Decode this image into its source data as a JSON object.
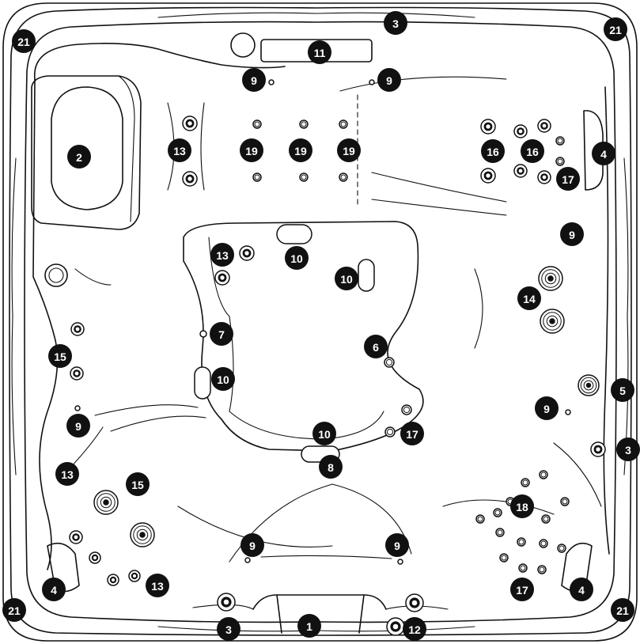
{
  "callouts": [
    {
      "id": "c1",
      "label": "1"
    },
    {
      "id": "c2",
      "label": "2"
    },
    {
      "id": "c3a",
      "label": "3"
    },
    {
      "id": "c3b",
      "label": "3"
    },
    {
      "id": "c3c",
      "label": "3"
    },
    {
      "id": "c4a",
      "label": "4"
    },
    {
      "id": "c4b",
      "label": "4"
    },
    {
      "id": "c4c",
      "label": "4"
    },
    {
      "id": "c5",
      "label": "5"
    },
    {
      "id": "c6",
      "label": "6"
    },
    {
      "id": "c7",
      "label": "7"
    },
    {
      "id": "c8",
      "label": "8"
    },
    {
      "id": "c9a",
      "label": "9"
    },
    {
      "id": "c9b",
      "label": "9"
    },
    {
      "id": "c9c",
      "label": "9"
    },
    {
      "id": "c9d",
      "label": "9"
    },
    {
      "id": "c9e",
      "label": "9"
    },
    {
      "id": "c9f",
      "label": "9"
    },
    {
      "id": "c9g",
      "label": "9"
    },
    {
      "id": "c10a",
      "label": "10"
    },
    {
      "id": "c10b",
      "label": "10"
    },
    {
      "id": "c10c",
      "label": "10"
    },
    {
      "id": "c10d",
      "label": "10"
    },
    {
      "id": "c11",
      "label": "11"
    },
    {
      "id": "c12",
      "label": "12"
    },
    {
      "id": "c13a",
      "label": "13"
    },
    {
      "id": "c13b",
      "label": "13"
    },
    {
      "id": "c13c",
      "label": "13"
    },
    {
      "id": "c13d",
      "label": "13"
    },
    {
      "id": "c14",
      "label": "14"
    },
    {
      "id": "c15a",
      "label": "15"
    },
    {
      "id": "c15b",
      "label": "15"
    },
    {
      "id": "c16a",
      "label": "16"
    },
    {
      "id": "c16b",
      "label": "16"
    },
    {
      "id": "c17a",
      "label": "17"
    },
    {
      "id": "c17b",
      "label": "17"
    },
    {
      "id": "c17c",
      "label": "17"
    },
    {
      "id": "c18",
      "label": "18"
    },
    {
      "id": "c19a",
      "label": "19"
    },
    {
      "id": "c19b",
      "label": "19"
    },
    {
      "id": "c19c",
      "label": "19"
    },
    {
      "id": "c21a",
      "label": "21"
    },
    {
      "id": "c21b",
      "label": "21"
    },
    {
      "id": "c21c",
      "label": "21"
    },
    {
      "id": "c21d",
      "label": "21"
    }
  ]
}
